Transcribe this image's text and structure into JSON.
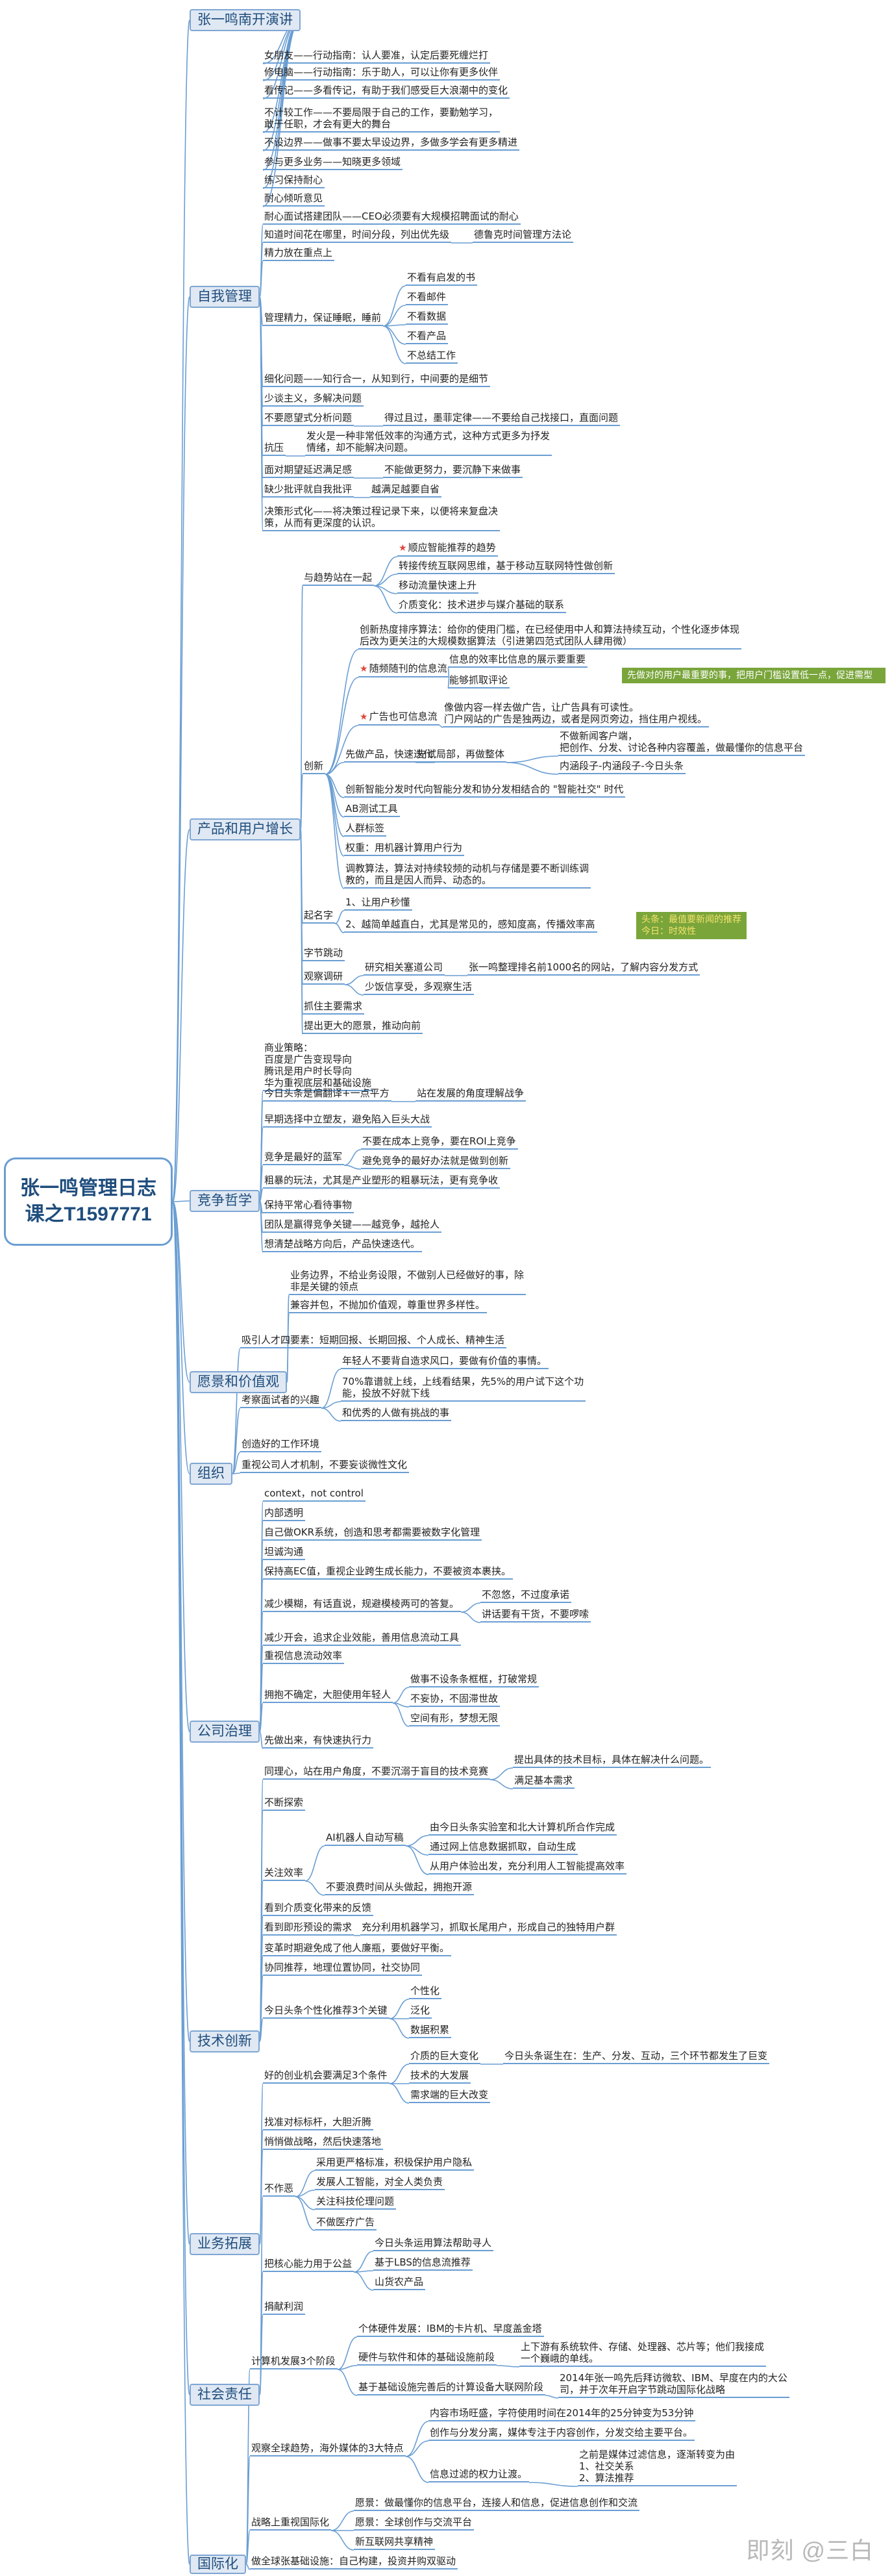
{
  "root": {
    "line1": "张一鸣管理日志",
    "line2": "课之T1597771"
  },
  "colors": {
    "line": "#6a9ed3",
    "category_bg": "#dfe8f3",
    "note_bg": "#79a53b",
    "star": "#e0463b"
  },
  "categories": {
    "speech": "张一鸣南开演讲",
    "self": "自我管理",
    "product": "产品和用户增长",
    "compete": "竞争哲学",
    "vision": "愿景和价值观",
    "org": "组织",
    "gov": "公司治理",
    "tech": "技术创新",
    "biz": "业务拓展",
    "social": "社会责任",
    "intl": "国际化"
  },
  "nodes": {
    "s1": "女朋友——行动指南：认人要准，认定后要死缠烂打",
    "s2": "修电脑——行动指南：乐于助人，可以让你有更多伙伴",
    "s3": "看传记——多看传记，有助于我们感受巨大浪潮中的变化",
    "s4": "不计较工作——不要局限于自己的工作，要勤勉学习，\n敢于任职，才会有更大的舞台",
    "s5": "不设边界——做事不要太早设边界，多做多学会有更多精进",
    "s6": "参与更多业务——知晓更多领域",
    "s7": "练习保持耐心",
    "s8": "耐心倾听意见",
    "m1": "耐心面试搭建团队——CEO必须要有大规模招聘面试的耐心",
    "m2": "知道时间花在哪里，时间分段，列出优先级",
    "m2b": "德鲁克时间管理方法论",
    "m3": "精力放在重点上",
    "m4": "管理精力，保证睡眠，睡前",
    "m4a": "不看有启发的书",
    "m4b": "不看邮件",
    "m4c": "不看数据",
    "m4d": "不看产品",
    "m4e": "不总结工作",
    "m5": "细化问题——知行合一，从知到行，中间要的是细节",
    "m6": "少谈主义，多解决问题",
    "m7": "不要愿望式分析问题",
    "m7b": "得过且过，墨菲定律——不要给自己找接口，直面问题",
    "m8": "发火是一种非常低效率的沟通方式，这种方式更多为抒发\n情绪，却不能解决问题。",
    "m8l": "抗压",
    "m9": "面对期望延迟满足感",
    "m9b": "不能做更努力，要沉静下来做事",
    "m10": "缺少批评就自我批评",
    "m10b": "越满足越要自省",
    "m11": "决策形式化——将决策过程记录下来，以便将来复盘决\n策，从而有更深度的认识。",
    "p1": "与趋势站在一起",
    "p1a": "顺应智能推荐的趋势",
    "p1b": "转接传统互联网思维，基于移动互联网特性做创新",
    "p1c": "移动流量快速上升",
    "p1d": "介质变化：技术进步与媒介基础的联系",
    "p2": "创新",
    "p2a": "创新热度排序算法：给你的使用门槛，在已经使用中人和算法持续互动，个性化逐步体现\n后改为更关注的大规模数据算法（引进第四范式团队人肆用微）",
    "p2b": "随频随刊的信息流",
    "p2b1": "信息的效率比信息的展示要重要",
    "p2b2": "能够抓取评论",
    "p2note": "先做对的用户最重要的事，把用户门槛设置低一点，促进需型",
    "p2c": "广告也可信息流",
    "p2c1": "像做内容一样去做广告，让广告具有可读性。\n门户网站的广告是独两边，或者是网页旁边，挡住用户视线。",
    "p2d": "先做产品，快速迭代",
    "p2d1": "先试局部，再做整体",
    "p2d2": "不做新闻客户端，\n把创作、分发、讨论各种内容覆盖，做最懂你的信息平台",
    "p2d3": "内涵段子-内涵段子-今日头条",
    "p2e": "创新智能分发时代向智能分发和协分发相结合的 \"智能社交\" 时代",
    "p2f": "AB测试工具",
    "p2g": "人群标签",
    "p2h": "权重：用机器计算用户行为",
    "p2i": "调教算法，算法对持续较频的动机与存储是要不断训练调\n教的，而且是因人而异、动态的。",
    "p3": "起名字",
    "p3a": "1、让用户秒懂",
    "p3b": "2、越简单越直白，尤其是常见的，感知度高，传播效率高",
    "p3note": "头条：最值要新闻的推荐\n今日：时效性",
    "p4": "字节跳动",
    "p5": "观察调研",
    "p5a": "研究相关塞道公司",
    "p5b": "张一鸣整理排名前1000名的网站，了解内容分发方式",
    "p5c": "少饭信享受，多观察生活",
    "p6": "抓住主要需求",
    "p7": "提出更大的愿景，推动向前",
    "c1": "商业策略：\n百度是广告变现导向\n腾讯是用户时长导向\n华为重视底层和基础设施",
    "c2": "今日头条是偏翻译+一点平方",
    "c2b": "站在发展的角度理解战争",
    "c3": "早期选择中立塑友，避免陷入巨头大战",
    "c4": "竞争是最好的蓝军",
    "c4a": "不要在成本上竞争，要在ROI上竞争",
    "c4b": "避免竞争的最好办法就是做到创新",
    "c5": "粗暴的玩法，尤其是产业塑形的粗暴玩法，更有竞争收",
    "c6": "保持平常心看待事物",
    "c7": "团队是赢得竞争关键——越竞争，越抢人",
    "c8": "想清楚战略方向后，产品快速迭代。",
    "v1": "业务边界，不给业务设限，不做别人已经做好的事，除\n非是关键的领点",
    "v2": "兼容并包，不抛加价值观，尊重世界多样性。",
    "o1": "吸引人才四要素：短期回报、长期回报、个人成长、精神生活",
    "o2": "考察面试者的兴趣",
    "o2a": "年轻人不要背自造求风口，要做有价值的事情。",
    "o2b": "70%靠谱就上线，上线看结果，先5%的用户试下这个功\n能，投放不好就下线",
    "o2c": "和优秀的人做有挑战的事",
    "o3": "创造好的工作环境",
    "o4": "重视公司人才机制，不要妄谈微性文化",
    "g1": "context，not control",
    "g2": "内部透明",
    "g3": "自己做OKR系统，创造和思考都需要被数字化管理",
    "g4": "坦诚沟通",
    "g5": "保持高EC值，重视企业跨生成长能力，不要被资本裹挟。",
    "g6": "减少模糊，有话直说，规避模棱两可的答复。",
    "g6a": "不忽悠，不过度承诺",
    "g6b": "讲话要有干货，不要啰嗦",
    "g7": "减少开会，追求企业效能，善用信息流动工具",
    "g8": "重视信息流动效率",
    "g9": "拥抱不确定，大胆使用年轻人",
    "g9a": "做事不设条条框框，打破常规",
    "g9b": "不妄协，不固滞世故",
    "g9c": "空间有形，梦想无限",
    "g10": "先做出来，有快速执行力",
    "t1": "同理心，站在用户角度，不要沉溺于盲目的技术竞赛",
    "t1a": "提出具体的技术目标，具体在解决什么问题。",
    "t1b": "满足基本需求",
    "t2": "不断探索",
    "t3": "关注效率",
    "t3a": "AI机器人自动写稿",
    "t3a1": "由今日头条实验室和北大计算机所合作完成",
    "t3a2": "通过网上信息数据抓取，自动生成",
    "t3a3": "从用户体验出发，充分利用人工智能提高效率",
    "t3b": "不要浪费时间从头做起，拥抱开源",
    "t4": "看到介质变化带来的反馈",
    "t5": "看到即形预设的需求",
    "t5b": "充分利用机器学习，抓取长尾用户，形成自己的独特用户群",
    "t6": "变革时期避免成了他人廉瓶，要做好平衡。",
    "t7": "协同推荐，地理位置协同，社交协同",
    "t8": "今日头条个性化推荐3个关键",
    "t8a": "个性化",
    "t8b": "泛化",
    "t8c": "数据积累",
    "b1": "好的创业机会要满足3个条件",
    "b1a": "介质的巨大变化",
    "b1a2": "今日头条诞生在：生产、分发、互动，三个环节都发生了巨变",
    "b1b": "技术的大发展",
    "b1c": "需求端的巨大改变",
    "b2": "找准对标标杆，大胆沂腾",
    "b3": "悄悄做战略，然后快速落地",
    "r1": "不作恶",
    "r1a": "采用更严格标准，积极保护用户隐私",
    "r1b": "发展人工智能，对全人类负责",
    "r1c": "关注科技伦理问题",
    "r1d": "不做医疗广告",
    "r2": "把核心能力用于公益",
    "r2a": "今日头条运用算法帮助寻人",
    "r2b": "基于LBS的信息流推荐",
    "r2c": "山货农产品",
    "r3": "捐献利润",
    "i1": "计算机发展3个阶段",
    "i1a": "个体硬件发展：IBM的卡片机、早度盖金塔",
    "i1b": "硬件与软件和体的基础设施前段",
    "i1b2": "上下游有系统软件、存储、处理器、芯片等；他们我接成\n一个巍峨的单线。",
    "i1c": "基于基础设施完善后的计算设备大联网阶段",
    "i1c2": "2014年张一鸣先后拜访微软、IBM、早度在内的大公\n司，并于次年开启字节跳动国际化战略",
    "i2": "观察全球趋势，海外媒体的3大特点",
    "i2a": "内容市场旺盛，字符使用时间在2014年的25分钟变为53分钟",
    "i2b": "创作与分发分离，媒体专注于内容创作，分发交给主要平台。",
    "i2c": "信息过滤的权力让渡。",
    "i2c2": "之前是媒体过滤信息，逐渐转变为由\n1、社交关系\n2、算法推荐",
    "i3": "战略上重视国际化",
    "i3a": "愿景：做最懂你的信息平台，连接人和信息，促进信息创作和交流",
    "i3b": "愿景：全球创作与交流平台",
    "i3c": "新互联网共享精神",
    "i4": "做全球张基础设施：自己构建，投资并购双驱动"
  },
  "watermark": "即刻 @三白"
}
